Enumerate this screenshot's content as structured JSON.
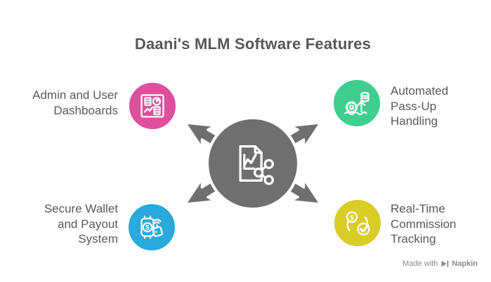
{
  "title": "Daani's MLM Software Features",
  "colors": {
    "pink": "#DE4F9D",
    "green": "#3FCE8F",
    "blue": "#29A9DC",
    "yellow": "#D9CC26",
    "hub_gray": "#6F6F6F",
    "text_gray": "#58595B",
    "watermark_gray": "#8A8A8A"
  },
  "hub": {
    "icon": "document-share-icon"
  },
  "features": [
    {
      "id": "admin-dashboards",
      "position": "top-left",
      "color": "#DE4F9D",
      "icon": "dashboard-icon",
      "lines": [
        "Admin and User",
        "Dashboards"
      ]
    },
    {
      "id": "automated-pass-up",
      "position": "top-right",
      "color": "#3FCE8F",
      "icon": "gear-up-arrow-coins-icon",
      "lines": [
        "Automated",
        "Pass-Up",
        "Handling"
      ]
    },
    {
      "id": "secure-wallet",
      "position": "bottom-left",
      "color": "#29A9DC",
      "icon": "wallet-payment-icon",
      "lines": [
        "Secure Wallet",
        "and Payout",
        "System"
      ]
    },
    {
      "id": "realtime-commission",
      "position": "bottom-right",
      "color": "#D9CC26",
      "icon": "commission-sync-check-icon",
      "lines": [
        "Real-Time",
        "Commission",
        "Tracking"
      ]
    }
  ],
  "watermark": {
    "prefix": "Made with",
    "brand": "Napkin"
  }
}
